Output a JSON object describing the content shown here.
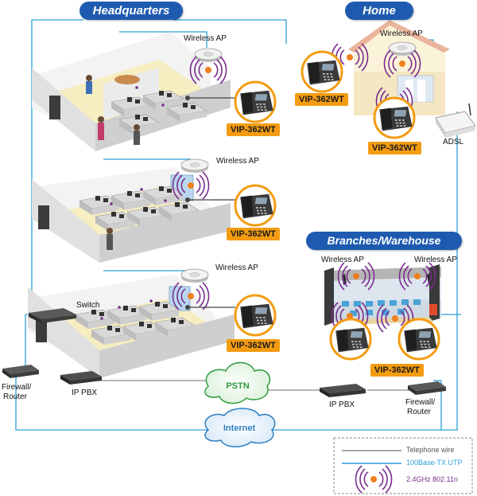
{
  "sections": {
    "headquarters": "Headquarters",
    "home": "Home",
    "branches": "Branches/Warehouse"
  },
  "labels": {
    "wireless_ap": "Wireless AP",
    "switch": "Switch",
    "firewall_router": [
      "Firewall/",
      "Router"
    ],
    "ip_pbx": "IP PBX",
    "adsl": "ADSL",
    "pstn": "PSTN",
    "internet": "Internet",
    "model": "VIP-362WT"
  },
  "legend": {
    "telephone_wire": "Telephone wire",
    "utp": "100Base-TX UTP",
    "wifi": "2.4GHz 802.11n"
  },
  "colors": {
    "section_blue": "#1e5bb0",
    "model_orange": "#f39c12",
    "utp_line": "#2b9fd8",
    "phone_line": "#8a8a8a",
    "wifi_purple": "#7a2d8e",
    "floor_yellow": "#f6eec0",
    "pstn_green": "#2e9b3a",
    "internet_blue": "#2f7fbf"
  }
}
